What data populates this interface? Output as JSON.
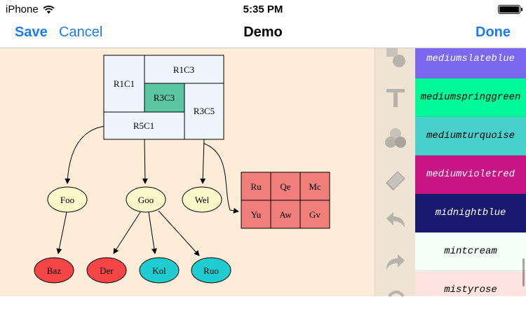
{
  "status": {
    "carrier": "iPhone",
    "time": "5:35 PM"
  },
  "nav": {
    "title": "Demo",
    "save": "Save",
    "cancel": "Cancel",
    "done": "Done"
  },
  "graph": {
    "table": {
      "r1c1": "R1C1",
      "r1c3": "R1C3",
      "r3c3": "R3C3",
      "r3c5": "R3C5",
      "r5c1": "R5C1"
    },
    "nodes": {
      "foo": "Foo",
      "goo": "Goo",
      "wel": "Wel",
      "baz": "Baz",
      "der": "Der",
      "kol": "Kol",
      "ruo": "Ruo"
    },
    "grid": [
      "Ru",
      "Qe",
      "Mc",
      "Yu",
      "Aw",
      "Gv"
    ]
  },
  "colors": {
    "accent": "#1a7cf0",
    "swatches": [
      {
        "name": "mediumslateblue",
        "bg": "#7b68ee",
        "fg": "#ffffff"
      },
      {
        "name": "mediumspringgreen",
        "bg": "#00fa9a",
        "fg": "#000000"
      },
      {
        "name": "mediumturquoise",
        "bg": "#48d1cc",
        "fg": "#000000"
      },
      {
        "name": "mediumvioletred",
        "bg": "#c71585",
        "fg": "#ffffff"
      },
      {
        "name": "midnightblue",
        "bg": "#191970",
        "fg": "#ffffff"
      },
      {
        "name": "mintcream",
        "bg": "#f5fffa",
        "fg": "#000000"
      },
      {
        "name": "mistyrose",
        "bg": "#ffe4e1",
        "fg": "#000000"
      }
    ]
  },
  "tools": [
    "shapes-icon",
    "text-icon",
    "color-circles-icon",
    "eraser-icon",
    "undo-icon",
    "redo-icon"
  ]
}
